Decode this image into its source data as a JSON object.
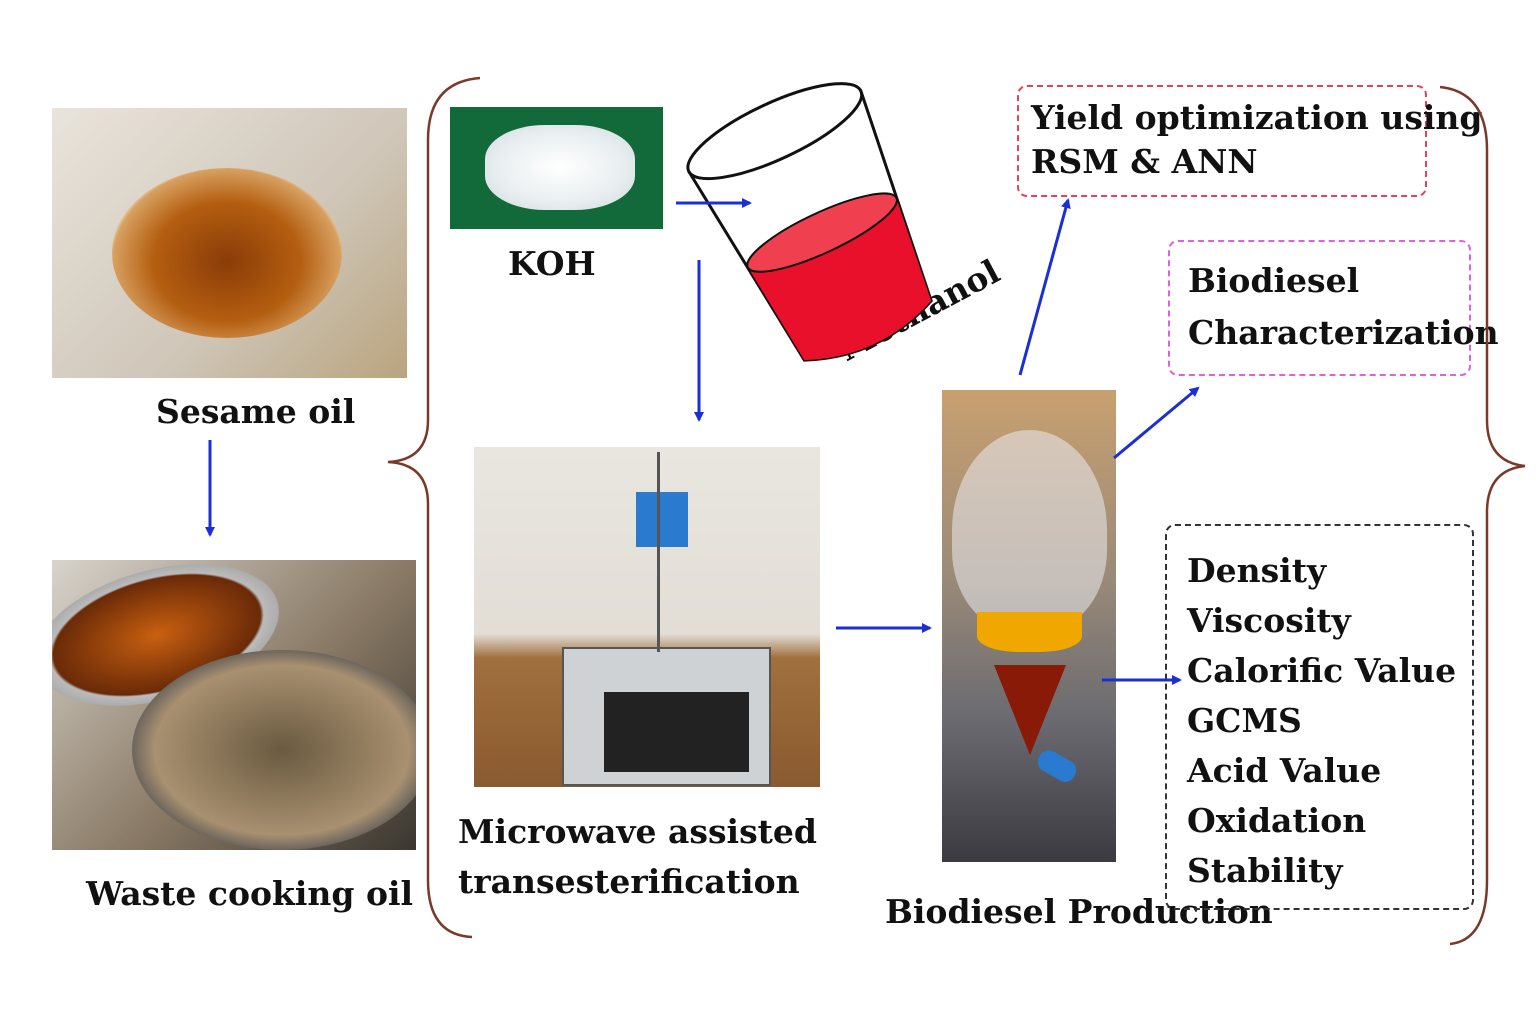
{
  "labels": {
    "sesame": "Sesame oil",
    "waste": "Waste cooking oil",
    "koh": "KOH",
    "methanol": "Methanol",
    "microwave_line1": "Microwave assisted",
    "microwave_line2": "transesterification",
    "production": "Biodiesel Production"
  },
  "yield_box": {
    "line1": "Yield optimization using",
    "line2": "RSM & ANN"
  },
  "characterization_box": {
    "line1": "Biodiesel",
    "line2": "Characterization"
  },
  "properties": [
    "Density",
    "Viscosity",
    "Calorific Value",
    "GCMS",
    "Acid Value",
    "Oxidation",
    "Stability"
  ],
  "colors": {
    "arrow": "#1a2fd6",
    "brace": "#7a3a2a",
    "yield_border": "#e8405a",
    "char_border": "#e060e0",
    "props_border": "#333333",
    "koh_bg": "#12693a",
    "methanol": "#e8102a"
  }
}
